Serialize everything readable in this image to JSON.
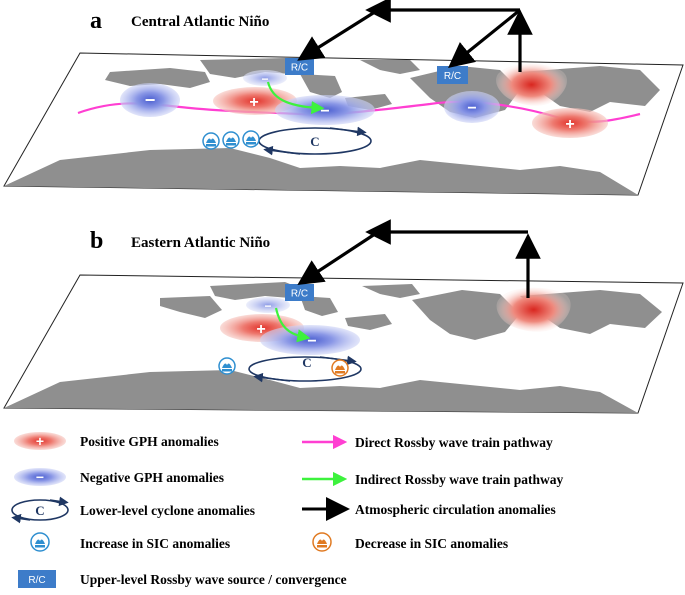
{
  "panels": [
    {
      "letter": "a",
      "title": "Central Atlantic Niño"
    },
    {
      "letter": "b",
      "title": "Eastern Atlantic Niño"
    }
  ],
  "rc_label": "R/C",
  "signs": {
    "positive": "+",
    "negative": "−"
  },
  "cyclone_label": "C",
  "colors": {
    "positive": "#e8433a",
    "negative": "#5a6fd6",
    "direct_pathway": "#ff3fd2",
    "indirect_pathway": "#3df23d",
    "circulation": "#000000",
    "rc_box": "#3d7cc9",
    "cyclone": "#1f3763",
    "sic_increase": "#2f8fd0",
    "sic_decrease": "#e07a22",
    "land": "#8f8f8f"
  },
  "legend": {
    "positive_gph": "Positive GPH anomalies",
    "negative_gph": "Negative GPH anomalies",
    "cyclone": "Lower-level cyclone anomalies",
    "sic_increase": "Increase in SIC anomalies",
    "rc_source": "Upper-level Rossby wave source / convergence",
    "direct_pathway": "Direct Rossby wave train pathway",
    "indirect_pathway": "Indirect Rossby wave train pathway",
    "circulation": "Atmospheric circulation anomalies",
    "sic_decrease": "Decrease in SIC anomalies"
  }
}
